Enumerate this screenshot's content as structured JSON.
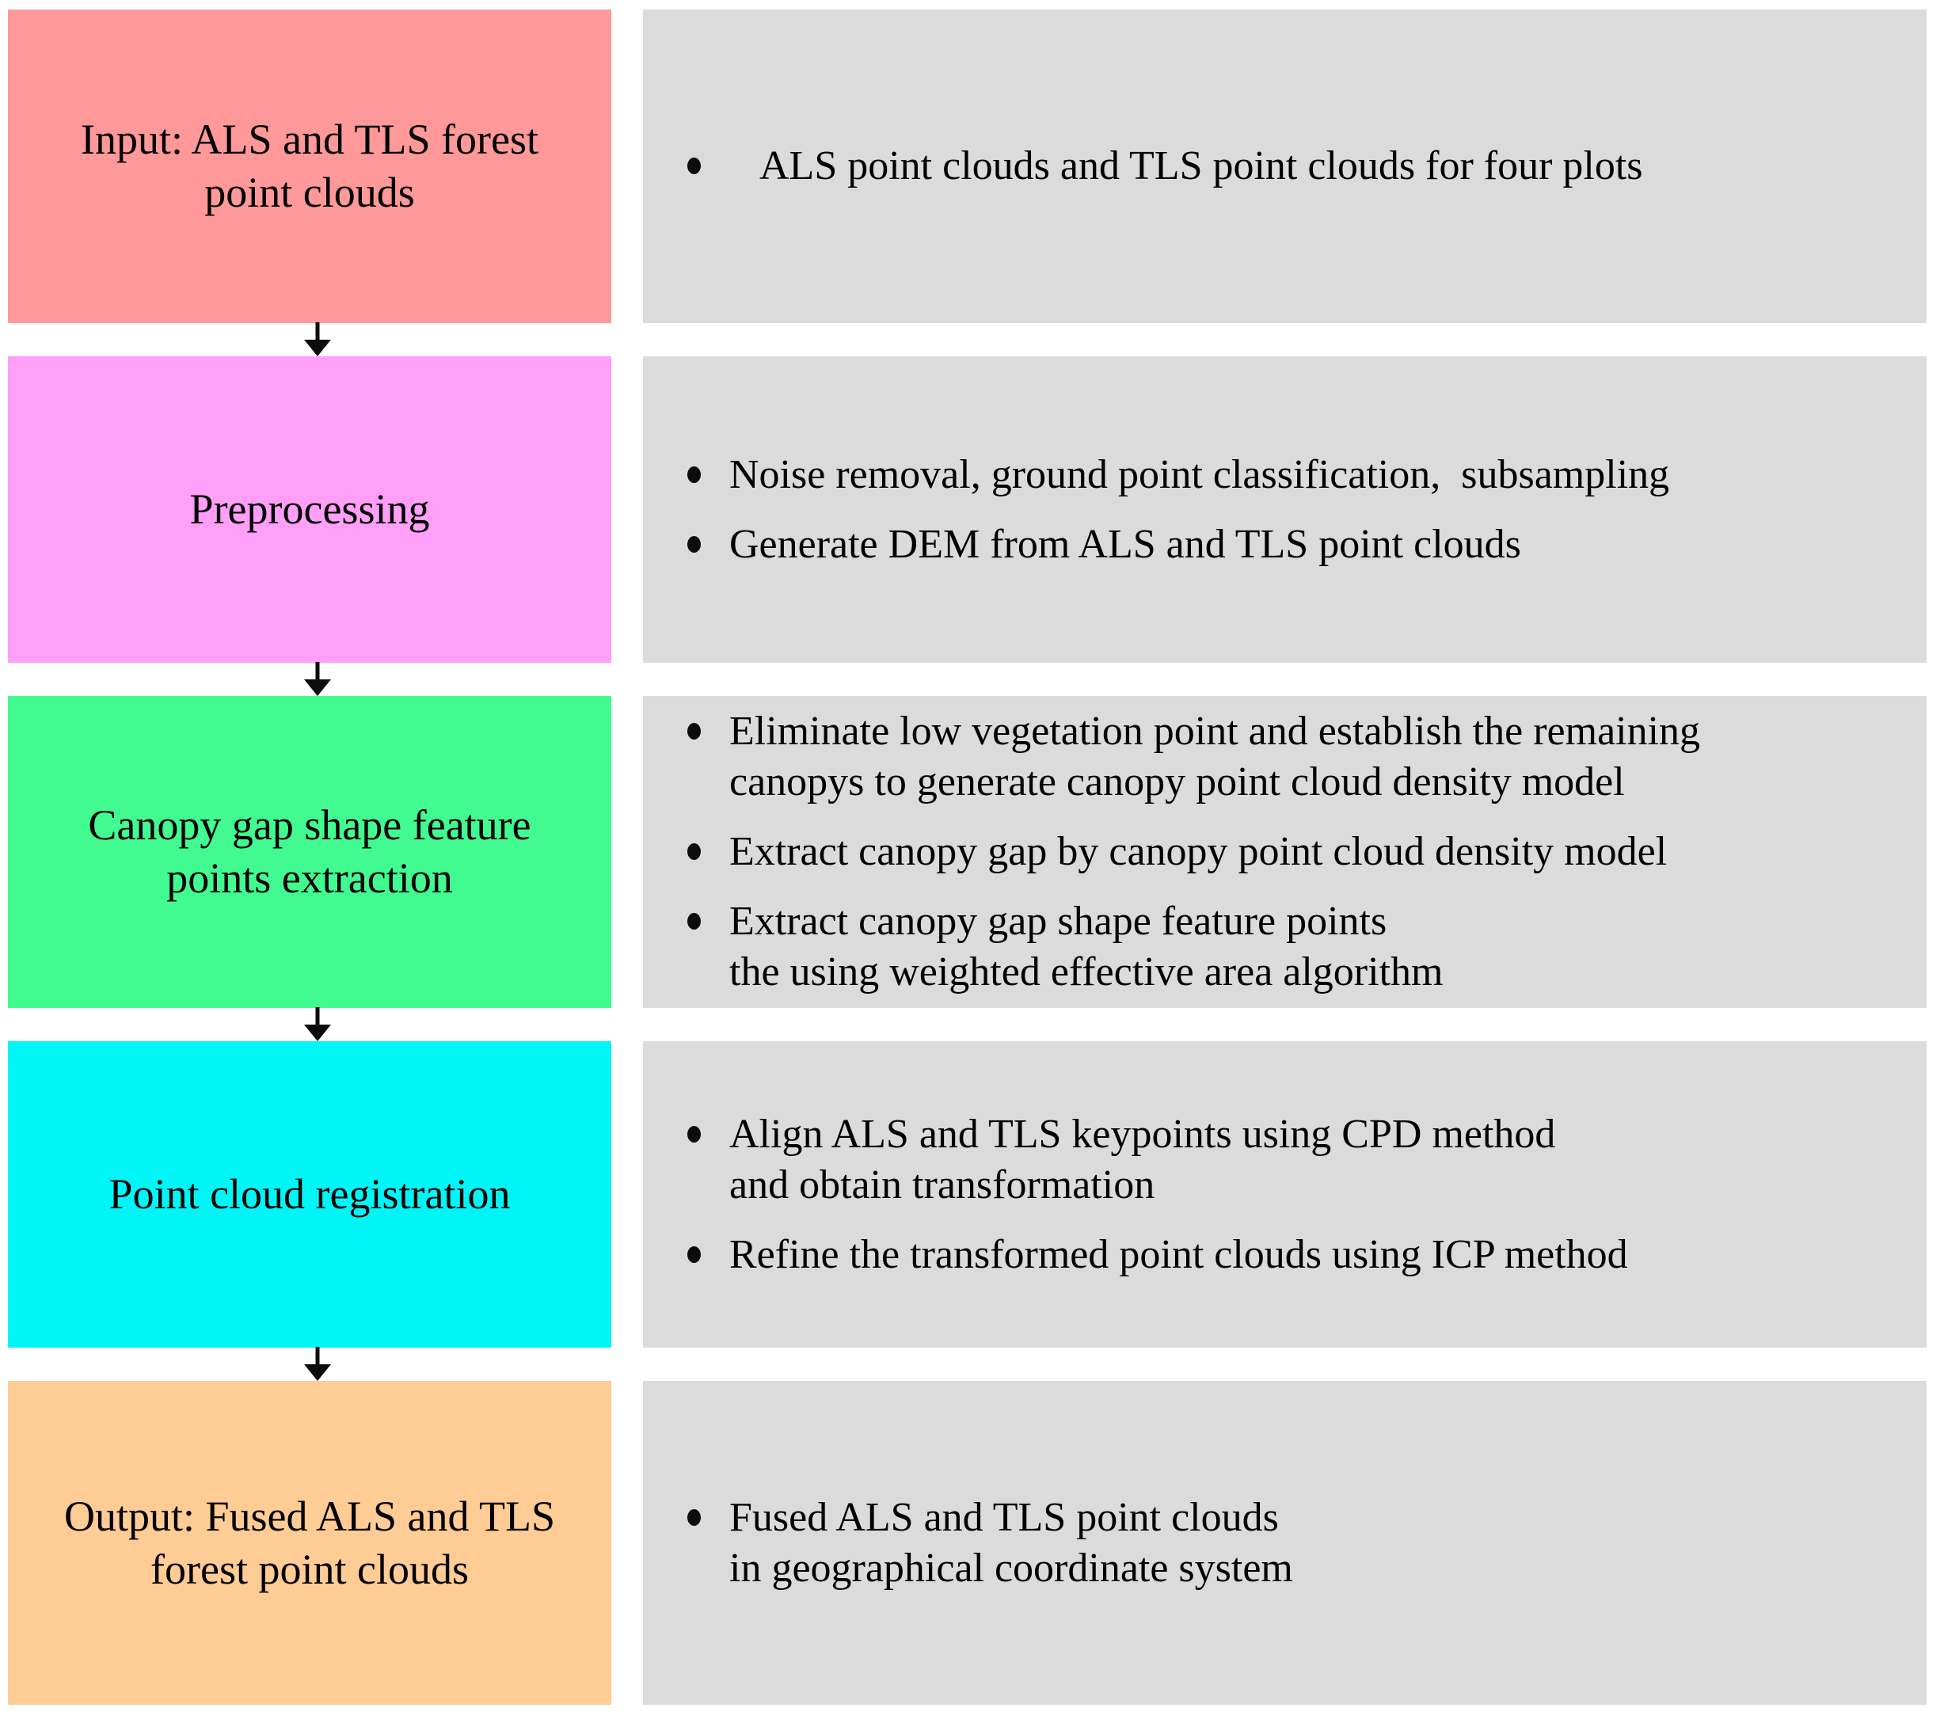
{
  "page": {
    "background": "#ffffff",
    "panel_gray": "#dbdbdb",
    "text_color": "#000000",
    "arrow_color": "#0c0c0c"
  },
  "icons": {
    "connector": "down-arrow-icon",
    "bullet": "bullet-icon"
  },
  "flow": {
    "rows": [
      {
        "stage": {
          "label": "Input: ALS and TLS forest\npoint clouds",
          "color": "#ff9999"
        },
        "details": {
          "bullets": [
            "ALS point clouds and TLS point clouds for four plots"
          ]
        }
      },
      {
        "stage": {
          "label": "Preprocessing",
          "color": "#ff9ff8"
        },
        "details": {
          "bullets": [
            "Noise removal, ground point classification,  subsampling",
            "Generate DEM from ALS and TLS point clouds"
          ]
        }
      },
      {
        "stage": {
          "label": "Canopy gap shape feature\npoints extraction",
          "color": "#42fb90"
        },
        "details": {
          "bullets": [
            "Eliminate low vegetation point and establish the remaining\ncanopys to generate canopy point cloud density model",
            "Extract canopy gap by canopy point cloud density model",
            "Extract canopy gap shape feature points\nthe using weighted effective area algorithm"
          ]
        }
      },
      {
        "stage": {
          "label": "Point cloud registration",
          "color": "#00f6f6"
        },
        "details": {
          "bullets": [
            "Align ALS and TLS keypoints using CPD method\nand obtain transformation",
            "Refine the transformed point clouds using ICP method"
          ]
        }
      },
      {
        "stage": {
          "label": "Output: Fused ALS and TLS\nforest point clouds",
          "color": "#ffcc96"
        },
        "details": {
          "bullets": [
            "Fused ALS and TLS point clouds\nin geographical coordinate system"
          ]
        }
      }
    ]
  }
}
